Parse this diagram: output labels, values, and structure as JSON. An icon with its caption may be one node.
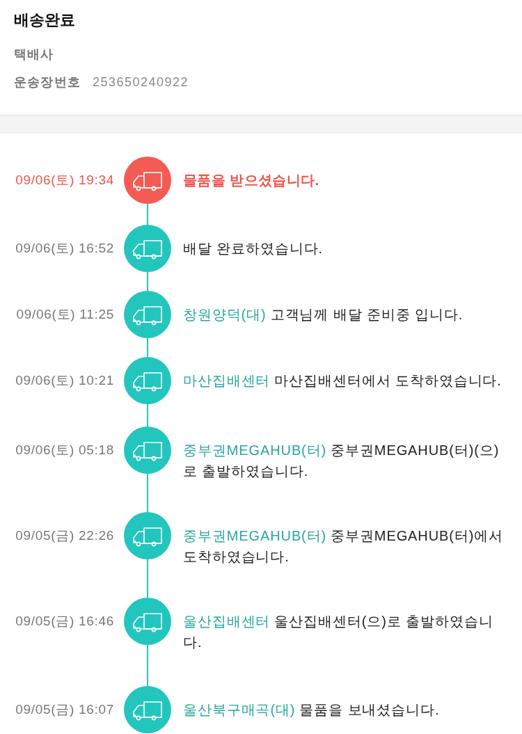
{
  "diagram": {
    "title": "배송완료",
    "labels": [
      "택배사",
      "운송장번호",
      "253650240922"
    ],
    "nodes": [
      {
        "text": [],
        "shape": "circle",
        "beside": [
          "09/06(토) 19:34",
          "물품을 받으셨습니다."
        ]
      },
      {
        "text": [],
        "shape": "circle",
        "beside": [
          "09/06(토) 16:52",
          "배달 완료하였습니다."
        ]
      },
      {
        "text": [],
        "shape": "circle",
        "beside": [
          "09/06(토) 11:25",
          "창원양덕(대)",
          "고객님께 배달 준비중 입니다."
        ]
      },
      {
        "text": [],
        "shape": "circle",
        "beside": [
          "09/06(토) 10:21",
          "마산집배센터",
          "마산집배센터에서 도착하였습니다."
        ]
      },
      {
        "text": [],
        "shape": "circle",
        "beside": [
          "09/06(토) 05:18",
          "중부권MEGAHUB(터)",
          "중부권MEGAHUB(터)(으)로 출발하였습니다."
        ]
      },
      {
        "text": [],
        "shape": "circle",
        "beside": [
          "09/05(금) 22:26",
          "중부권MEGAHUB(터)",
          "중부권MEGAHUB(터)에서 도착하였습니다."
        ]
      },
      {
        "text": [],
        "shape": "circle",
        "beside": [
          "09/05(금) 16:46",
          "울산집배센터",
          "울산집배센터(으)로 출발하였습니다."
        ]
      },
      {
        "text": [],
        "shape": "circle",
        "beside": [
          "09/05(금) 16:07",
          "울산북구매곡(대)",
          "물품을 보내셨습니다."
        ]
      }
    ],
    "edges": [
      {
        "from": 0,
        "to": 1,
        "arrow": "none"
      },
      {
        "from": 1,
        "to": 2,
        "arrow": "none"
      },
      {
        "from": 2,
        "to": 3,
        "arrow": "none"
      },
      {
        "from": 3,
        "to": 4,
        "arrow": "none"
      },
      {
        "from": 4,
        "to": 5,
        "arrow": "none"
      },
      {
        "from": 5,
        "to": 6,
        "arrow": "none"
      },
      {
        "from": 6,
        "to": 7,
        "arrow": "none"
      }
    ]
  }
}
